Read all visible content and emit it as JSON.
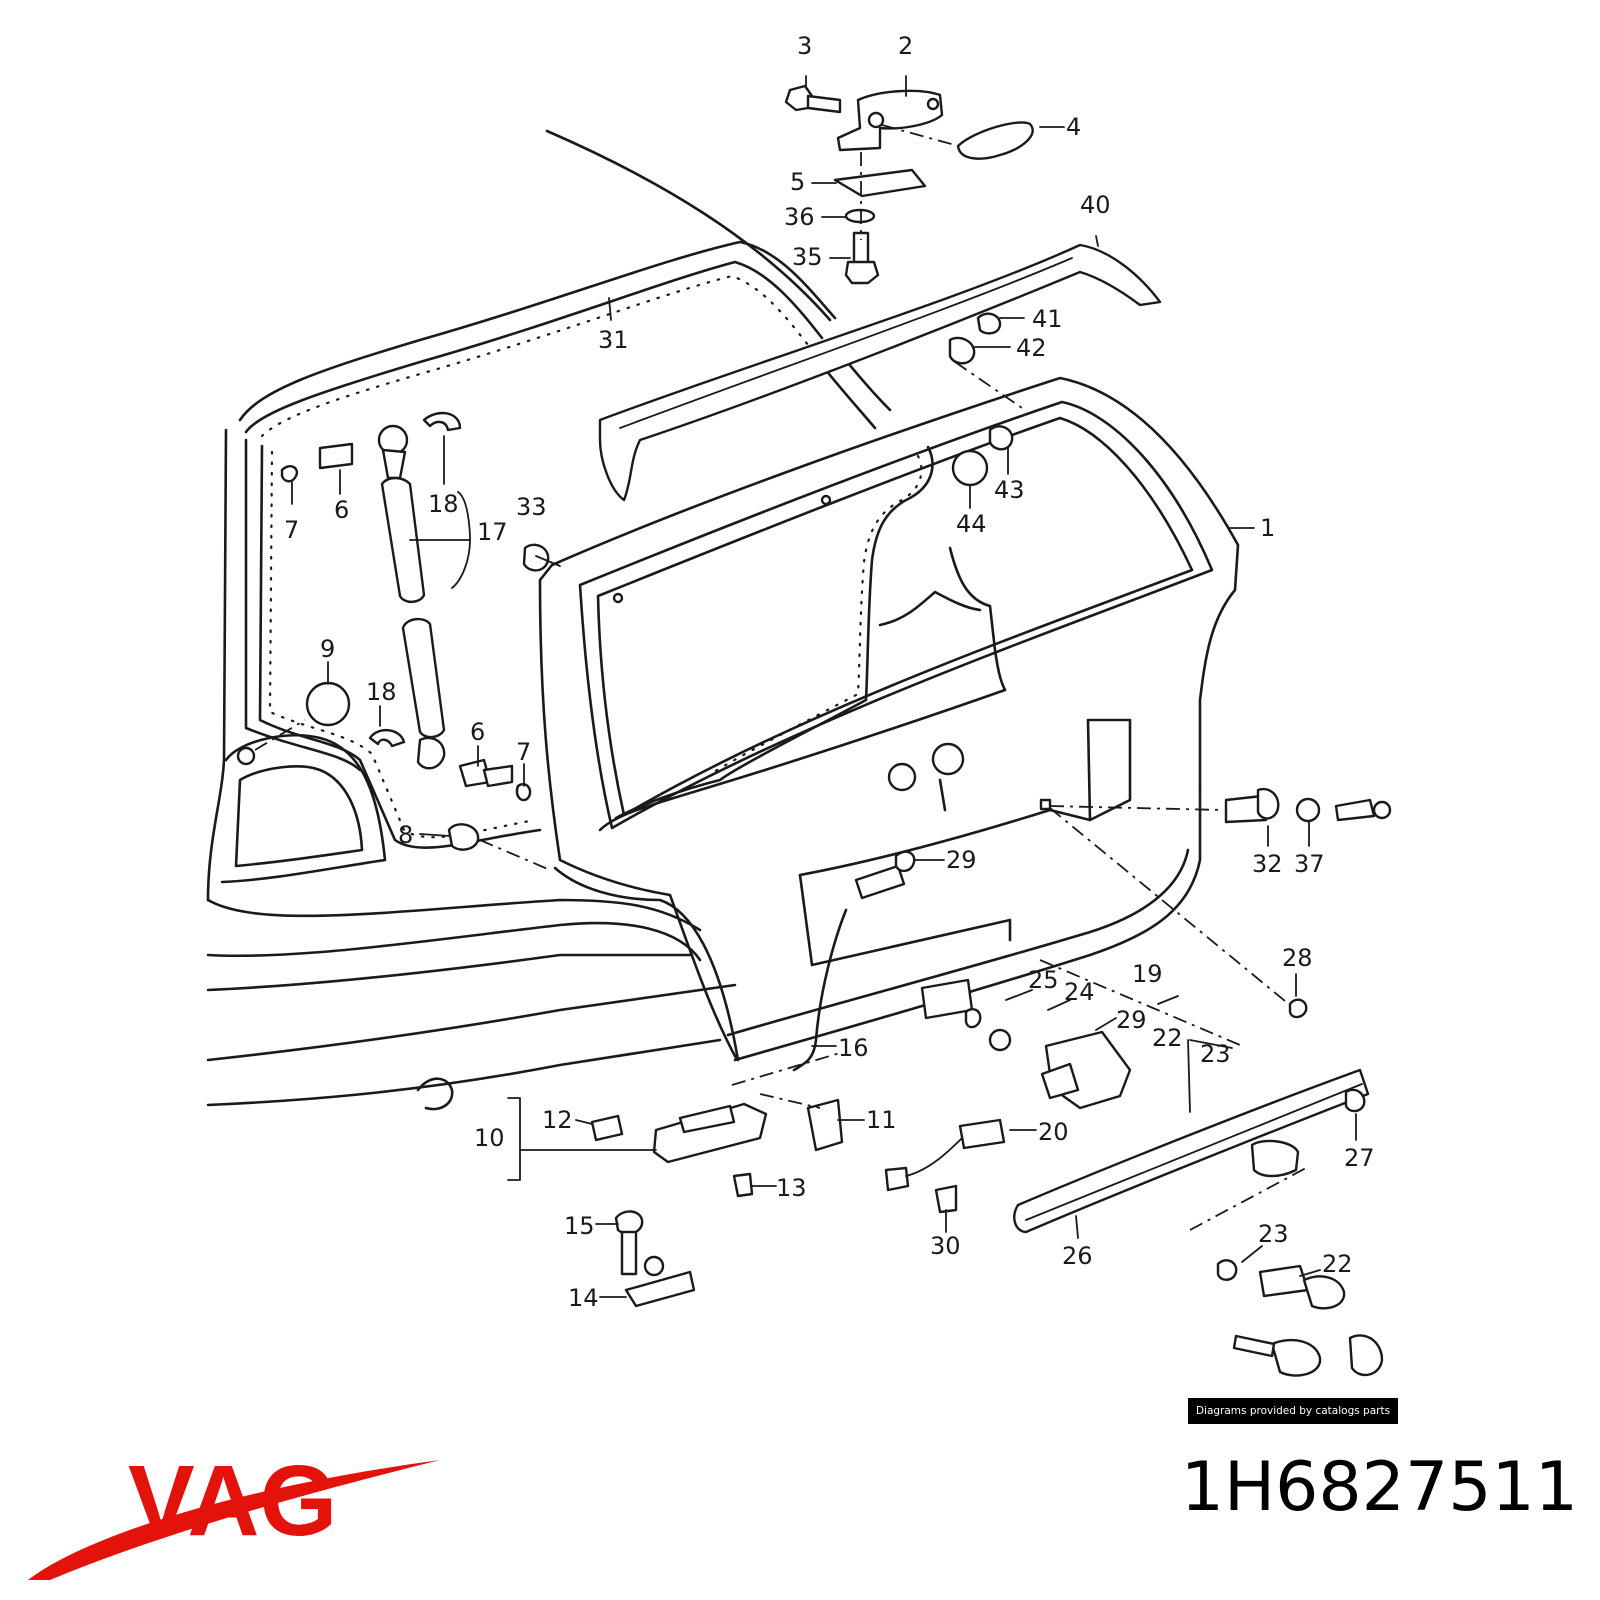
{
  "brand": {
    "name": "VAG",
    "color": "#e3120b"
  },
  "part_number": "1H6827511",
  "credit": "Diagrams provided by catalogs parts",
  "callouts": [
    {
      "id": "c3",
      "label": "3"
    },
    {
      "id": "c2",
      "label": "2"
    },
    {
      "id": "c4",
      "label": "4"
    },
    {
      "id": "c5",
      "label": "5"
    },
    {
      "id": "c36",
      "label": "36"
    },
    {
      "id": "c35",
      "label": "35"
    },
    {
      "id": "c40",
      "label": "40"
    },
    {
      "id": "c31",
      "label": "31"
    },
    {
      "id": "c41",
      "label": "41"
    },
    {
      "id": "c42",
      "label": "42"
    },
    {
      "id": "c43",
      "label": "43"
    },
    {
      "id": "c44",
      "label": "44"
    },
    {
      "id": "c1",
      "label": "1"
    },
    {
      "id": "c7a",
      "label": "7"
    },
    {
      "id": "c6a",
      "label": "6"
    },
    {
      "id": "c18a",
      "label": "18"
    },
    {
      "id": "c17",
      "label": "17"
    },
    {
      "id": "c33",
      "label": "33"
    },
    {
      "id": "c9",
      "label": "9"
    },
    {
      "id": "c18b",
      "label": "18"
    },
    {
      "id": "c6b",
      "label": "6"
    },
    {
      "id": "c7b",
      "label": "7"
    },
    {
      "id": "c8",
      "label": "8"
    },
    {
      "id": "c29a",
      "label": "29"
    },
    {
      "id": "c32",
      "label": "32"
    },
    {
      "id": "c37",
      "label": "37"
    },
    {
      "id": "c28",
      "label": "28"
    },
    {
      "id": "c25",
      "label": "25"
    },
    {
      "id": "c24",
      "label": "24"
    },
    {
      "id": "c19",
      "label": "19"
    },
    {
      "id": "c29b",
      "label": "29"
    },
    {
      "id": "c22a",
      "label": "22"
    },
    {
      "id": "c23a",
      "label": "23"
    },
    {
      "id": "c16",
      "label": "16"
    },
    {
      "id": "c27",
      "label": "27"
    },
    {
      "id": "c12",
      "label": "12"
    },
    {
      "id": "c11",
      "label": "11"
    },
    {
      "id": "c10",
      "label": "10"
    },
    {
      "id": "c20",
      "label": "20"
    },
    {
      "id": "c13",
      "label": "13"
    },
    {
      "id": "c15",
      "label": "15"
    },
    {
      "id": "c30",
      "label": "30"
    },
    {
      "id": "c26",
      "label": "26"
    },
    {
      "id": "c23b",
      "label": "23"
    },
    {
      "id": "c22b",
      "label": "22"
    },
    {
      "id": "c14",
      "label": "14"
    }
  ]
}
